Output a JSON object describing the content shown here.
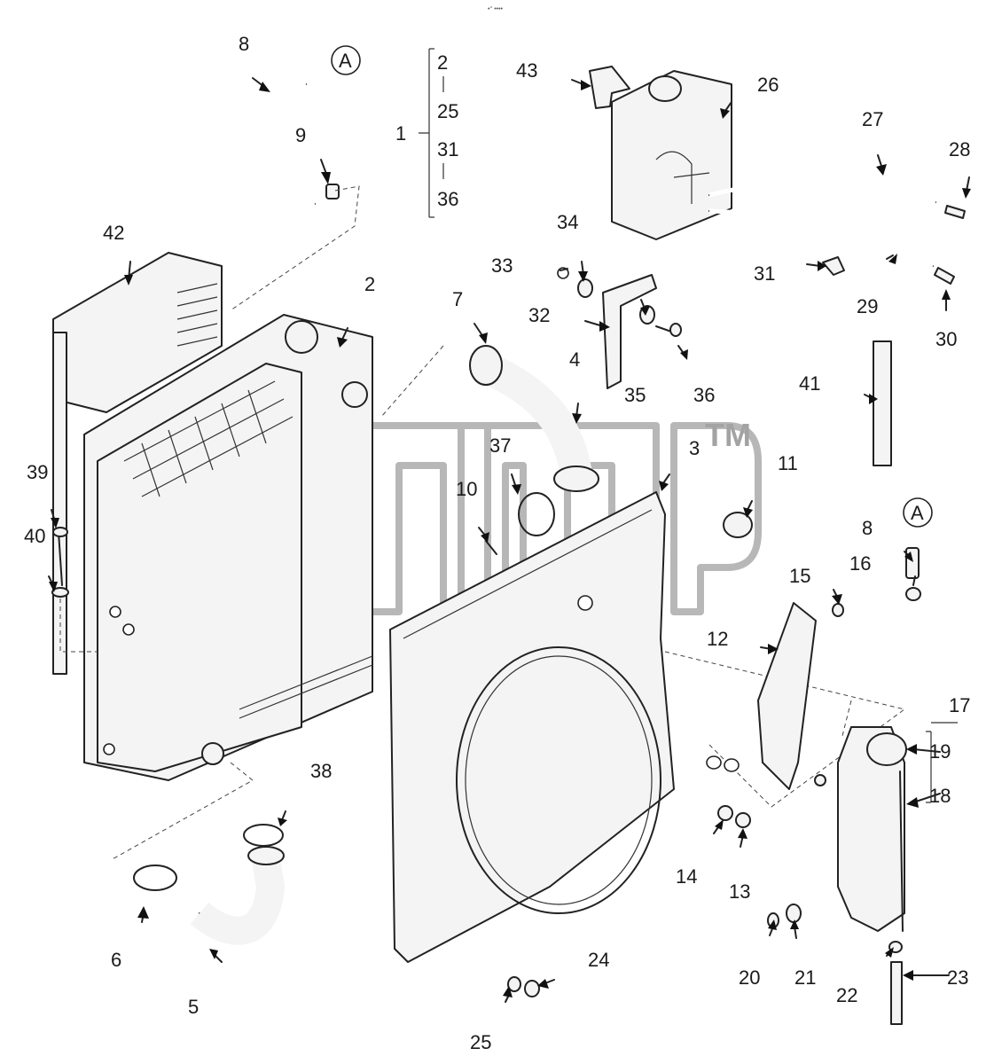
{
  "header_text": "•° ••••",
  "watermark": {
    "tm": "TM"
  },
  "callouts": {
    "a_top": "A",
    "a_right": "A"
  },
  "group_bracket": {
    "label": "1",
    "items": [
      "2",
      "25",
      "31",
      "36"
    ]
  },
  "right_bracket": {
    "label": "17",
    "items": [
      "19",
      "18"
    ]
  },
  "part_labels": [
    "8",
    "9",
    "42",
    "2",
    "7",
    "33",
    "34",
    "32",
    "4",
    "35",
    "36",
    "43",
    "26",
    "27",
    "28",
    "31",
    "29",
    "30",
    "41",
    "37",
    "3",
    "11",
    "39",
    "40",
    "10",
    "8",
    "16",
    "15",
    "12",
    "38",
    "14",
    "13",
    "20",
    "21",
    "22",
    "23",
    "6",
    "5",
    "24",
    "25"
  ]
}
